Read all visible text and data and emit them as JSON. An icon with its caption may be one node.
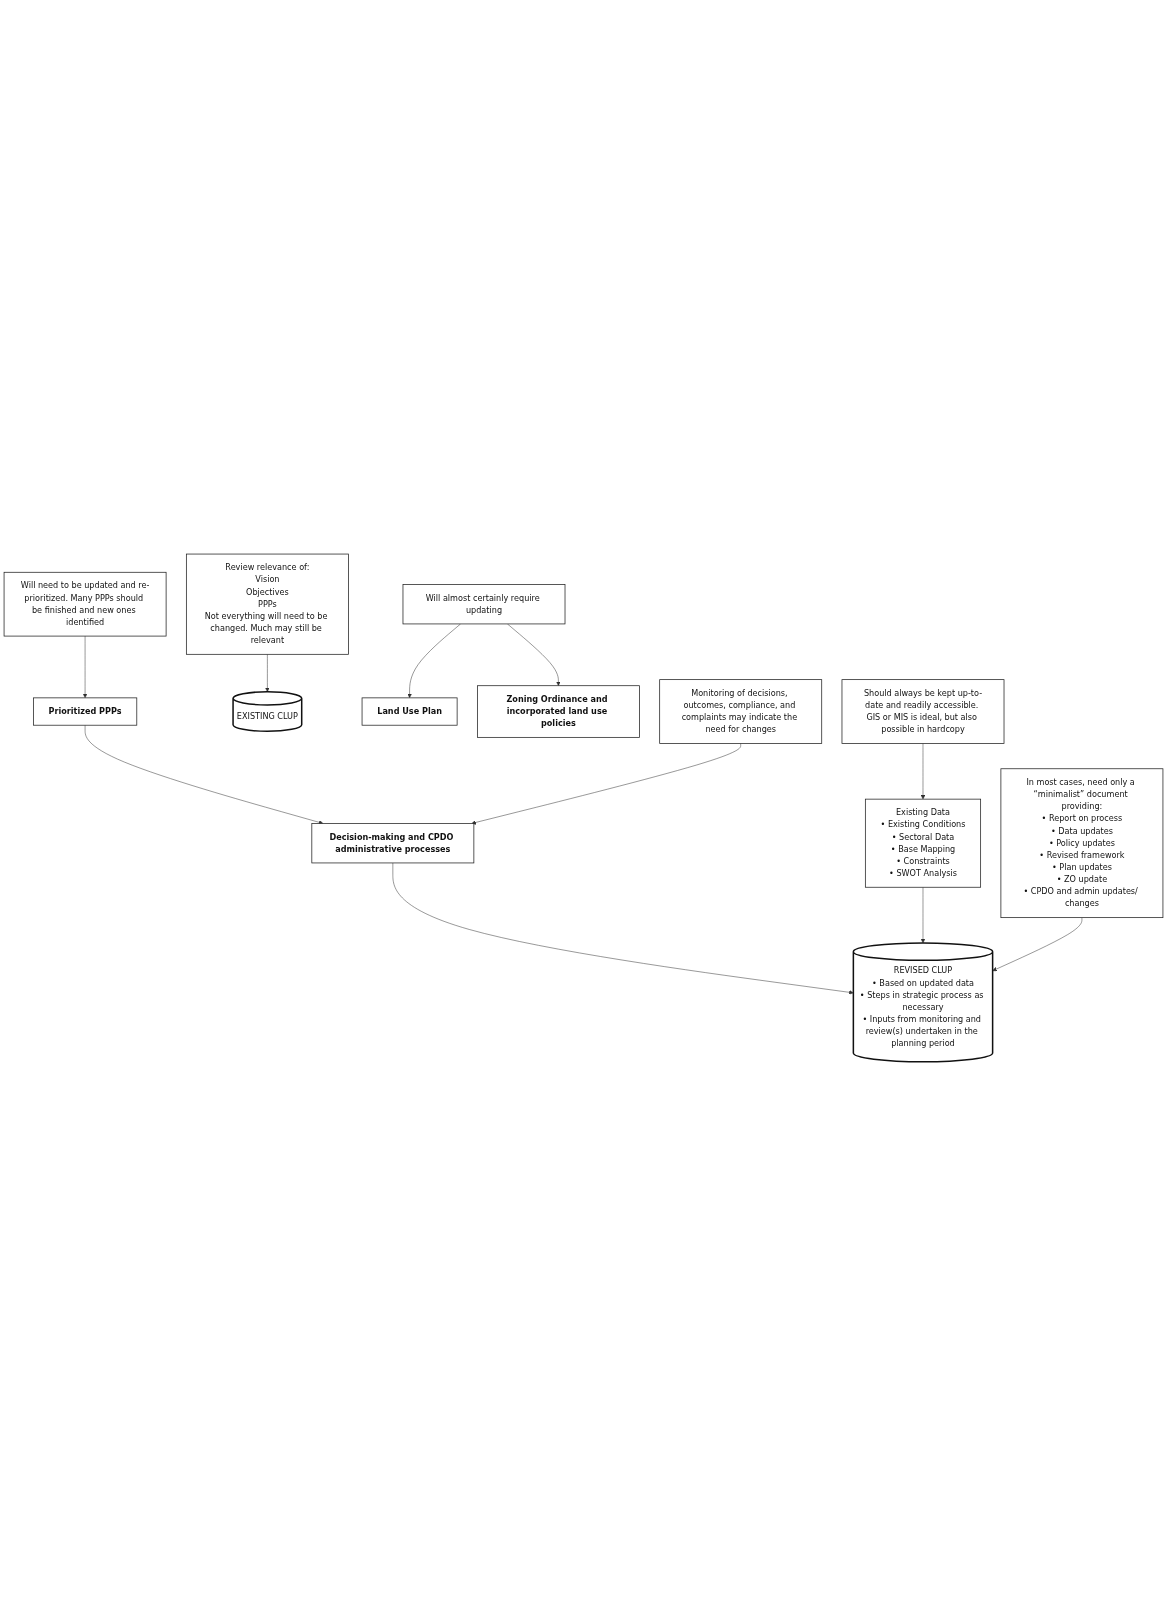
{
  "diagram": {
    "nodes": [
      {
        "text": [
          "Existing Data",
          "• Existing Conditions",
          "• Sectoral Data",
          "• Base Mapping",
          "• Constraints",
          "• SWOT Analysis"
        ]
      },
      {
        "text": [
          "Should always be kept up-to-date and readily accessible. GIS or MIS is ideal, but also possible in hardcopy"
        ]
      },
      {
        "text": [
          "EXISTING CLUP"
        ]
      },
      {
        "text": [
          "Review relevance of:",
          "Vision",
          "Objectives",
          "PPPs",
          "Not everything will need to be changed. Much may still be relevant"
        ]
      },
      {
        "text": [
          "Land Use Plan"
        ]
      },
      {
        "text": [
          "Zoning Ordinance and incorporated land use policies"
        ]
      },
      {
        "text": [
          "Prioritized PPPs"
        ]
      },
      {
        "text": [
          "Will almost certainly require updating"
        ]
      },
      {
        "text": [
          "Will need to be updated and re-prioritized. Many PPPs should be finished and new ones identified"
        ]
      },
      {
        "text": [
          "Decision-making and CPDO administrative processes"
        ]
      },
      {
        "text": [
          "Monitoring of decisions, outcomes, compliance, and complaints may indicate the need for changes"
        ]
      },
      {
        "text": [
          "REVISED CLUP",
          "• Based on updated data",
          "• Steps in strategic process as necessary",
          "• Inputs from monitoring and review(s) undertaken in the planning period"
        ]
      },
      {
        "text": [
          "In most cases, need only a “minimalist” document providing:",
          "• Report on process",
          "• Data updates",
          "• Policy updates",
          "• Revised framework",
          "• Plan updates",
          "• ZO update",
          "• CPDO and admin updates/ changes"
        ]
      }
    ],
    "edges": [
      {
        "from": 1,
        "to": 0,
        "arrow": "to"
      },
      {
        "from": 3,
        "to": 2,
        "arrow": "to"
      },
      {
        "from": 7,
        "to": 4,
        "arrow": "to"
      },
      {
        "from": 7,
        "to": 5,
        "arrow": "to"
      },
      {
        "from": 8,
        "to": 6,
        "arrow": "to"
      },
      {
        "from": 6,
        "to": 9,
        "arrow": "to"
      },
      {
        "from": 10,
        "to": 9,
        "arrow": "to"
      },
      {
        "from": 9,
        "to": 11,
        "arrow": "to"
      },
      {
        "from": 0,
        "to": 11,
        "arrow": "to"
      },
      {
        "from": 12,
        "to": 11,
        "arrow": "to"
      }
    ]
  }
}
